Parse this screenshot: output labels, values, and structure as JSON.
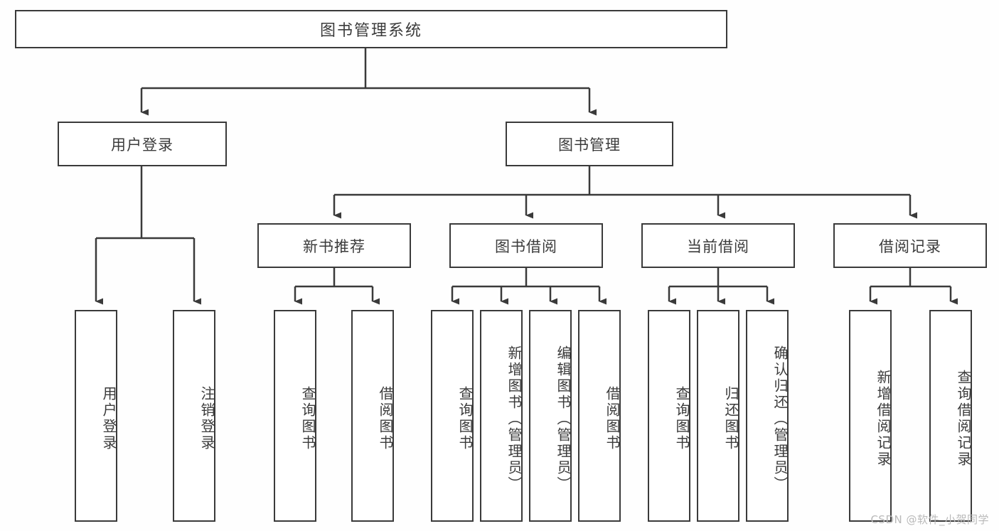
{
  "diagram": {
    "type": "tree-hierarchy",
    "title": "图书管理系统",
    "root": {
      "label": "图书管理系统"
    },
    "level1": [
      {
        "label": "用户登录"
      },
      {
        "label": "图书管理"
      }
    ],
    "level2": [
      {
        "label": "新书推荐"
      },
      {
        "label": "图书借阅"
      },
      {
        "label": "当前借阅"
      },
      {
        "label": "借阅记录"
      }
    ],
    "leaves": {
      "user_login": [
        "用户登录",
        "注销登录"
      ],
      "new_book": [
        "查询图书",
        "借阅图书"
      ],
      "book_borrow": [
        "查询图书",
        "新增图书（管理员）",
        "编辑图书（管理员）",
        "借阅图书"
      ],
      "current_borrow": [
        "查询图书",
        "归还图书",
        "确认归还（管理员）"
      ],
      "borrow_record": [
        "新增借阅记录",
        "查询借阅记录"
      ]
    },
    "colors": {
      "stroke": "#3a3a3a",
      "text": "#3b3b3b",
      "background": "#ffffff",
      "watermark": "#b9b9b9"
    }
  },
  "watermark": {
    "text": "CSDN @软件_小贺同学"
  }
}
